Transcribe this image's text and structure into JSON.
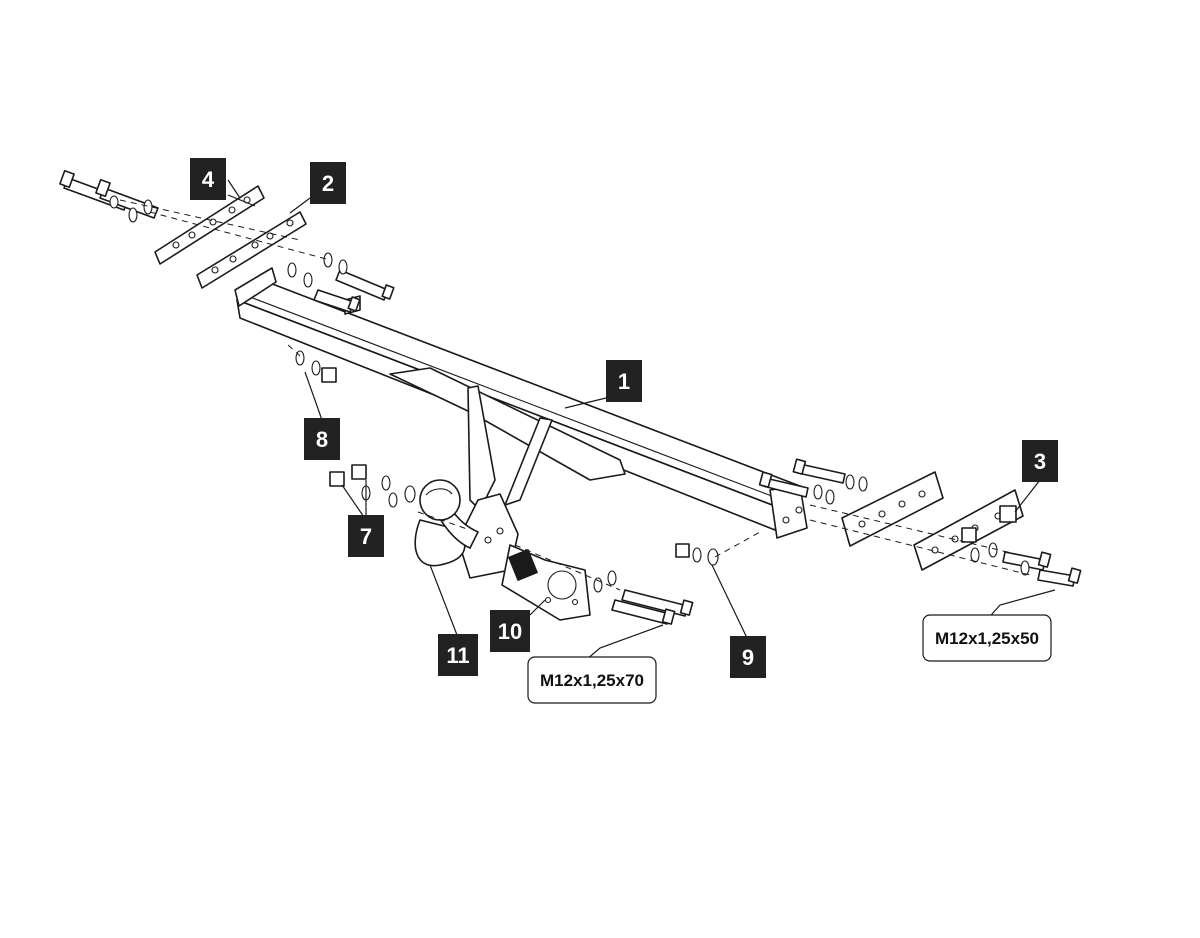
{
  "callouts": [
    {
      "id": "1",
      "label": "1"
    },
    {
      "id": "2",
      "label": "2"
    },
    {
      "id": "3",
      "label": "3"
    },
    {
      "id": "4",
      "label": "4"
    },
    {
      "id": "7",
      "label": "7"
    },
    {
      "id": "8",
      "label": "8"
    },
    {
      "id": "9",
      "label": "9"
    },
    {
      "id": "10",
      "label": "10"
    },
    {
      "id": "11",
      "label": "11"
    }
  ],
  "bolt_specs": {
    "center": "M12x1,25x70",
    "right": "M12x1,25x50"
  }
}
